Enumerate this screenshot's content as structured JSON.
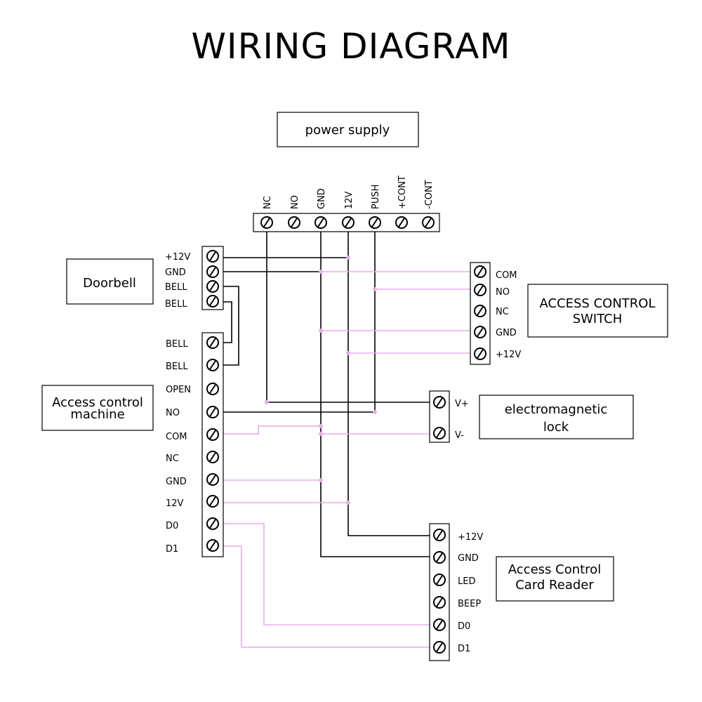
{
  "title": "WIRING DIAGRAM",
  "colors": {
    "wire_black": "#000000",
    "wire_pink": "#e6aee6",
    "outline": "#000000",
    "background": "#ffffff"
  },
  "boxes": {
    "power_supply": [
      "power supply"
    ],
    "doorbell": [
      "Doorbell"
    ],
    "access_control_machine": [
      "Access control",
      "machine"
    ],
    "access_control_switch": [
      "ACCESS CONTROL",
      "SWITCH"
    ],
    "electromagnetic_lock": [
      "electromagnetic",
      "lock"
    ],
    "card_reader": [
      "Access Control",
      "Card Reader"
    ]
  },
  "terminals": {
    "power_supply": [
      "NC",
      "NO",
      "GND",
      "12V",
      "PUSH",
      "+CONT",
      "-CONT"
    ],
    "doorbell": [
      "+12V",
      "GND",
      "BELL",
      "BELL"
    ],
    "access_control_machine": [
      "BELL",
      "BELL",
      "OPEN",
      "NO",
      "COM",
      "NC",
      "GND",
      "12V",
      "D0",
      "D1"
    ],
    "access_control_switch": [
      "COM",
      "NO",
      "NC",
      "GND",
      "+12V"
    ],
    "electromagnetic_lock": [
      "V+",
      "V-"
    ],
    "card_reader": [
      "+12V",
      "GND",
      "LED",
      "BEEP",
      "D0",
      "D1"
    ]
  }
}
